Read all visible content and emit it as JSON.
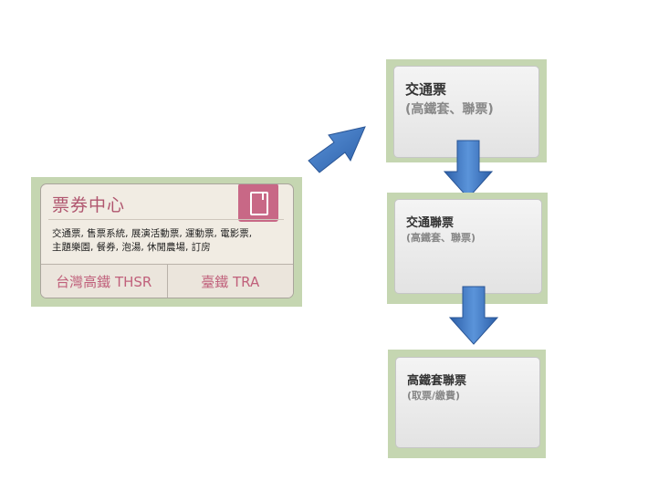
{
  "ticket_center": {
    "title": "票券中心",
    "icon": "document-icon",
    "description_line1": "交通票, 售票系統, 展演活動票, 運動票, 電影票,",
    "description_line2": "主題樂園, 餐券, 泡湯, 休閒農場, 訂房",
    "tab_thsr": "台灣高鐵 THSR",
    "tab_tra": "臺鐵 TRA"
  },
  "flow": [
    {
      "title": "交通票",
      "subtitle": "(高鐵套、聯票)"
    },
    {
      "title": "交通聯票",
      "subtitle": "(高鐵套、聯票)"
    },
    {
      "title": "高鐵套聯票",
      "subtitle": "(取票/繳費)"
    }
  ],
  "colors": {
    "frame_green": "#c5d6b1",
    "arrow_blue": "#3a73c0",
    "accent_pink": "#c86886"
  }
}
